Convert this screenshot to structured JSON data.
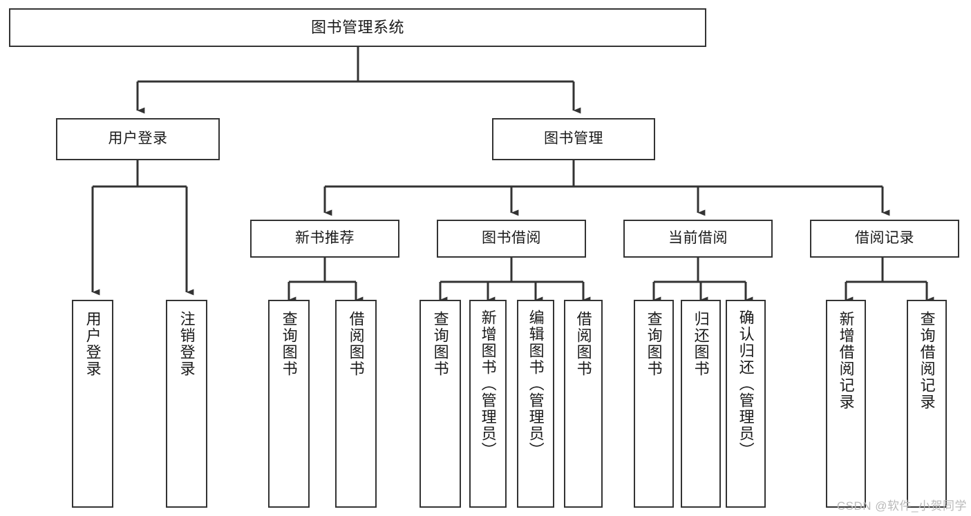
{
  "diagram": {
    "type": "tree-hierarchy",
    "title": "图书管理系统",
    "root": {
      "label": "图书管理系统"
    },
    "level1": [
      {
        "label": "用户登录"
      },
      {
        "label": "图书管理"
      }
    ],
    "level2": [
      {
        "label": "新书推荐",
        "parent": "图书管理"
      },
      {
        "label": "图书借阅",
        "parent": "图书管理"
      },
      {
        "label": "当前借阅",
        "parent": "图书管理"
      },
      {
        "label": "借阅记录",
        "parent": "图书管理"
      }
    ],
    "leaves": {
      "user_login": [
        {
          "label": "用户登录"
        },
        {
          "label": "注销登录"
        }
      ],
      "new_book_recommend": [
        {
          "label": "查询图书"
        },
        {
          "label": "借阅图书"
        }
      ],
      "book_borrow": [
        {
          "label": "查询图书"
        },
        {
          "label": "新增图书（管理员）"
        },
        {
          "label": "编辑图书（管理员）"
        },
        {
          "label": "借阅图书"
        }
      ],
      "current_borrow": [
        {
          "label": "查询图书"
        },
        {
          "label": "归还图书"
        },
        {
          "label": "确认归还（管理员）"
        }
      ],
      "borrow_record": [
        {
          "label": "新增借阅记录"
        },
        {
          "label": "查询借阅记录"
        }
      ]
    }
  },
  "watermark": {
    "text": "CSDN @软件_小贺同学"
  },
  "colors": {
    "stroke": "#333333",
    "background": "#ffffff",
    "text": "#1a1a1a",
    "watermark": "#b9b9b9"
  }
}
